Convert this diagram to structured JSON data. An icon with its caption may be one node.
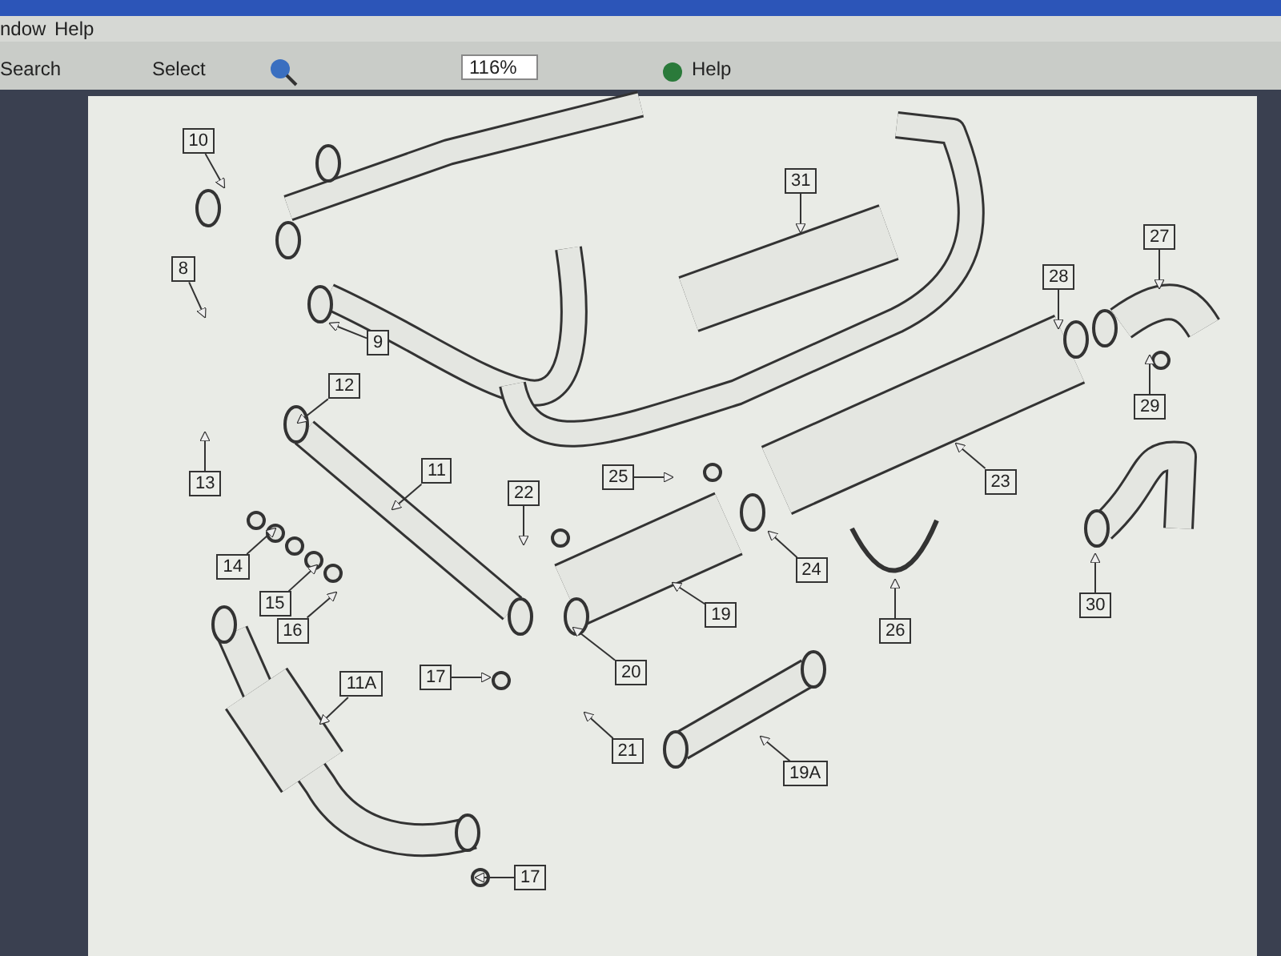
{
  "diagram": {
    "nodes": [
      {
        "text": [
          "10"
        ]
      },
      {
        "text": [
          "31"
        ]
      },
      {
        "text": [
          "27"
        ]
      },
      {
        "text": [
          "8"
        ]
      },
      {
        "text": [
          "28"
        ]
      },
      {
        "text": [
          "9"
        ]
      },
      {
        "text": [
          "12"
        ]
      },
      {
        "text": [
          "29"
        ]
      },
      {
        "text": [
          "23"
        ]
      },
      {
        "text": [
          "11"
        ]
      },
      {
        "text": [
          "25"
        ]
      },
      {
        "text": [
          "13"
        ]
      },
      {
        "text": [
          "22"
        ]
      },
      {
        "text": [
          "24"
        ]
      },
      {
        "text": [
          "14"
        ]
      },
      {
        "text": [
          "15"
        ]
      },
      {
        "text": [
          "16"
        ]
      },
      {
        "text": [
          "30"
        ]
      },
      {
        "text": [
          "19"
        ]
      },
      {
        "text": [
          "26"
        ]
      },
      {
        "text": [
          "20"
        ]
      },
      {
        "text": [
          "17"
        ]
      },
      {
        "text": [
          "11A"
        ]
      },
      {
        "text": [
          "21"
        ]
      },
      {
        "text": [
          "19A"
        ]
      },
      {
        "text": [
          "17"
        ]
      }
    ],
    "edges": [
      {
        "from": 0,
        "to": null,
        "arrow": "to"
      },
      {
        "from": 1,
        "to": null,
        "arrow": "to"
      },
      {
        "from": 2,
        "to": null,
        "arrow": "to"
      },
      {
        "from": 3,
        "to": null,
        "arrow": "to"
      },
      {
        "from": 4,
        "to": null,
        "arrow": "to"
      },
      {
        "from": 5,
        "to": null,
        "arrow": "to"
      },
      {
        "from": 6,
        "to": null,
        "arrow": "to"
      },
      {
        "from": 7,
        "to": null,
        "arrow": "to"
      },
      {
        "from": 8,
        "to": null,
        "arrow": "to"
      },
      {
        "from": 9,
        "to": null,
        "arrow": "to"
      },
      {
        "from": 10,
        "to": null,
        "arrow": "to"
      },
      {
        "from": 11,
        "to": null,
        "arrow": "to"
      },
      {
        "from": 12,
        "to": null,
        "arrow": "to"
      },
      {
        "from": 13,
        "to": null,
        "arrow": "to"
      },
      {
        "from": 14,
        "to": null,
        "arrow": "to"
      },
      {
        "from": 15,
        "to": null,
        "arrow": "to"
      },
      {
        "from": 16,
        "to": null,
        "arrow": "to"
      },
      {
        "from": 17,
        "to": null,
        "arrow": "to"
      },
      {
        "from": 18,
        "to": null,
        "arrow": "to"
      },
      {
        "from": 19,
        "to": null,
        "arrow": "to"
      },
      {
        "from": 20,
        "to": null,
        "arrow": "to"
      },
      {
        "from": 21,
        "to": null,
        "arrow": "to"
      },
      {
        "from": 22,
        "to": null,
        "arrow": "to"
      },
      {
        "from": 23,
        "to": null,
        "arrow": "to"
      },
      {
        "from": 24,
        "to": null,
        "arrow": "to"
      },
      {
        "from": 25,
        "to": null,
        "arrow": "to"
      }
    ],
    "labels": [
      "ndow",
      "Help",
      "Search",
      "Select",
      "116%",
      "Help"
    ]
  }
}
